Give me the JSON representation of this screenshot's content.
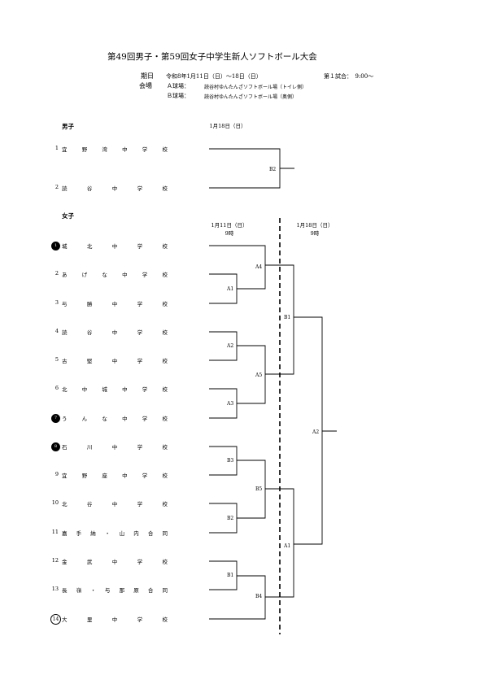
{
  "title": "第49回男子・第59回女子中学生新人ソフトボール大会",
  "info": {
    "date_label": "期日",
    "date_value": "令和8年1月11日（日）～18日（日）",
    "first_game": "第１試合：　9:00～",
    "venue_label": "会場",
    "field_a_label": "Ａ球場：",
    "field_a_value": "読谷村ゆんたんざソフトボール場（トイレ側）",
    "field_b_label": "Ｂ球場：",
    "field_b_value": "読谷村ゆんたんざソフトボール場（奥側）"
  },
  "boys": {
    "heading": "男子",
    "date": "1月18日（日）",
    "teams": [
      {
        "num": "1",
        "name": "宜野湾中学校"
      },
      {
        "num": "2",
        "name": "読谷中学校"
      }
    ],
    "match": "B2"
  },
  "girls": {
    "heading": "女子",
    "date1": "1月11日（日）",
    "time1": "9時",
    "date2": "1月18日（日）",
    "time2": "9時",
    "teams": [
      {
        "num": "1",
        "name": "城北中学校",
        "seed": "filled"
      },
      {
        "num": "2",
        "name": "あげな中学校"
      },
      {
        "num": "3",
        "name": "与勝中学校"
      },
      {
        "num": "4",
        "name": "読谷中学校"
      },
      {
        "num": "5",
        "name": "古堅中学校"
      },
      {
        "num": "6",
        "name": "北中城中学校"
      },
      {
        "num": "7",
        "name": "うんな中学校",
        "seed": "filled"
      },
      {
        "num": "8",
        "name": "石川中学校",
        "seed": "filled"
      },
      {
        "num": "9",
        "name": "宜野座中学校"
      },
      {
        "num": "10",
        "name": "北谷中学校"
      },
      {
        "num": "11",
        "name": "嘉手納・山内合同"
      },
      {
        "num": "12",
        "name": "金武中学校"
      },
      {
        "num": "13",
        "name": "長嶺・与那原合同"
      },
      {
        "num": "14",
        "name": "大里中学校",
        "seed": "outlined"
      }
    ],
    "matches": {
      "r1": [
        "A1",
        "A2",
        "A3",
        "B3",
        "B2",
        "B1"
      ],
      "r2": [
        "A4",
        "A5",
        "B5",
        "B4"
      ],
      "r3": [
        "B1",
        "A1"
      ],
      "final": "A2"
    }
  }
}
